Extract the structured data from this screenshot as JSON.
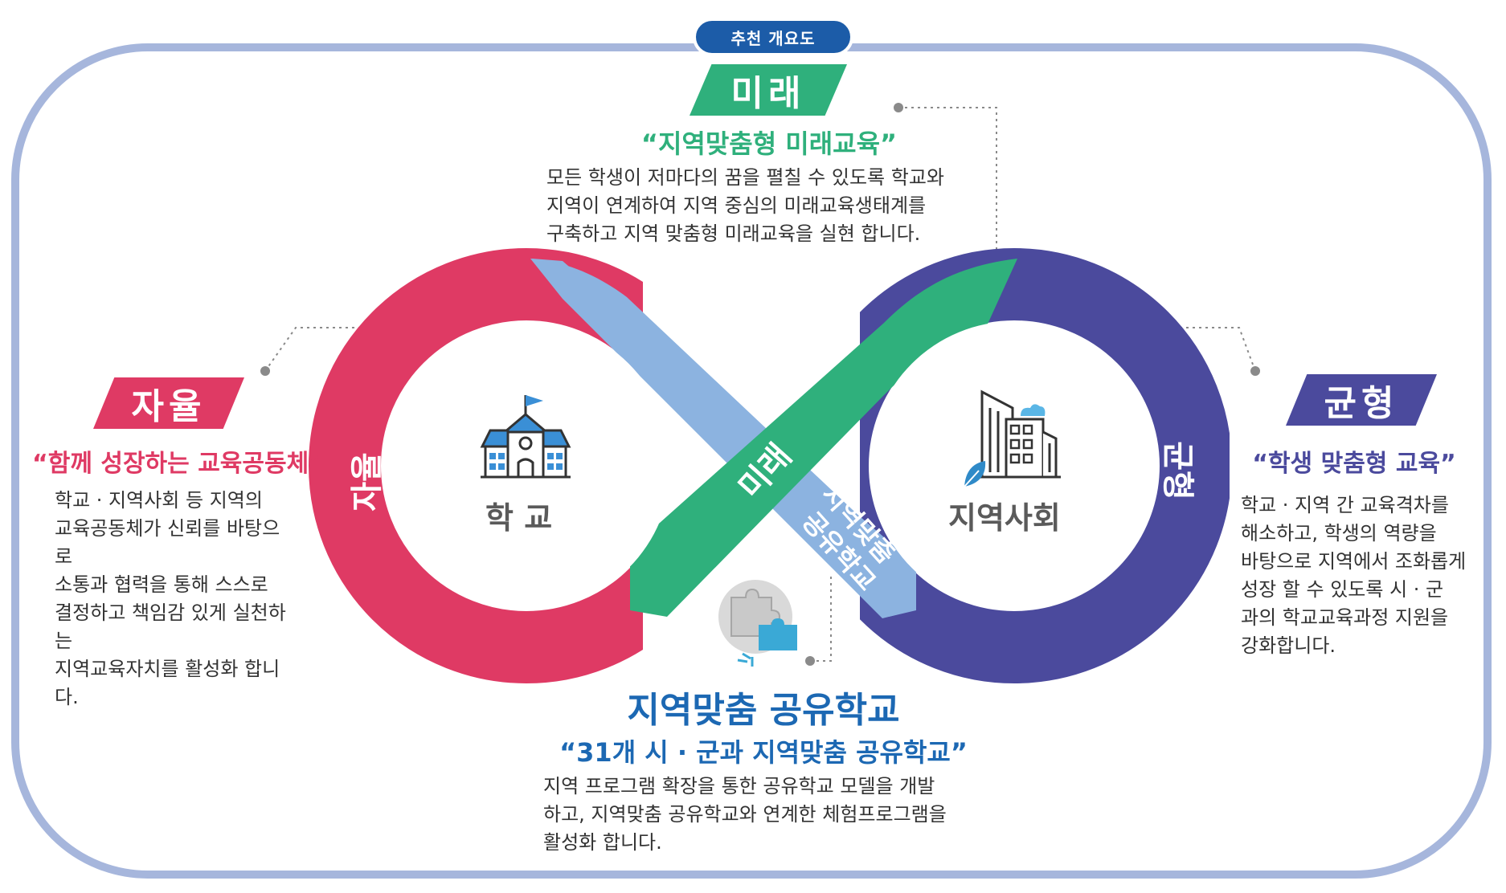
{
  "header": {
    "badge": "추천 개요도"
  },
  "future": {
    "banner": "미래",
    "tagline": "“지역맞춤형 미래교육”",
    "lines": [
      "모든 학생이 저마다의 꿈을 펼칠 수 있도록 학교와",
      "지역이 연계하여 지역 중심의 미래교육생태계를",
      "구축하고 지역 맞춤형 미래교육을 실현 합니다."
    ]
  },
  "autonomy": {
    "banner": "자율",
    "tagline": "“함께 성장하는 교육공동체”",
    "lines": [
      "학교 · 지역사회 등 지역의",
      "교육공동체가 신뢰를 바탕으로",
      "소통과 협력을 통해 스스로",
      "결정하고 책임감 있게 실천하는",
      "지역교육자치를 활성화 합니다."
    ]
  },
  "balance": {
    "banner": "균형",
    "tagline": "“학생 맞춤형 교육”",
    "lines": [
      "학교 · 지역 간 교육격차를",
      "해소하고, 학생의 역량을",
      "바탕으로 지역에서 조화롭게",
      "성장 할 수 있도록 시 · 군",
      "과의 학교교육과정 지원을",
      "강화합니다."
    ]
  },
  "shared_school": {
    "title": "지역맞춤 공유학교",
    "tagline": "“31개 시 · 군과 지역맞춤 공유학교”",
    "lines": [
      "지역 프로그램 확장을 통한 공유학교 모델을 개발",
      "하고, 지역맞춤 공유학교와 연계한 체험프로그램을",
      "활성화 합니다."
    ]
  },
  "loop": {
    "left_node": "학 교",
    "right_node": "지역사회",
    "left_band": "자율",
    "right_band": "균형",
    "center_green": "미래",
    "center_blue_1": "지역맞춤",
    "center_blue_2": "공유학교"
  },
  "colors": {
    "autonomy": "#df3a64",
    "future": "#2fb07c",
    "balance": "#4b4a9d",
    "shared": "#8cb3e0",
    "shared_title": "#1c68b3",
    "frame": "#a6b6dc",
    "badge": "#1c5ca8"
  },
  "icons": [
    "school-icon",
    "buildings-icon",
    "leaf-icon",
    "puzzle-icon"
  ]
}
